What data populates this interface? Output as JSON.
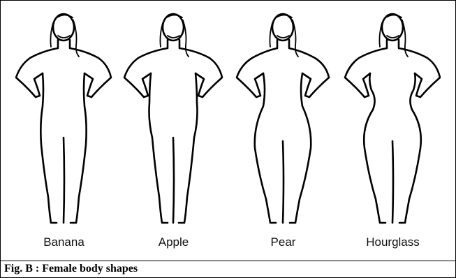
{
  "figures": [
    {
      "label": "Banana"
    },
    {
      "label": "Apple"
    },
    {
      "label": "Pear"
    },
    {
      "label": "Hourglass"
    }
  ],
  "caption": "Fig. B : Female body shapes"
}
